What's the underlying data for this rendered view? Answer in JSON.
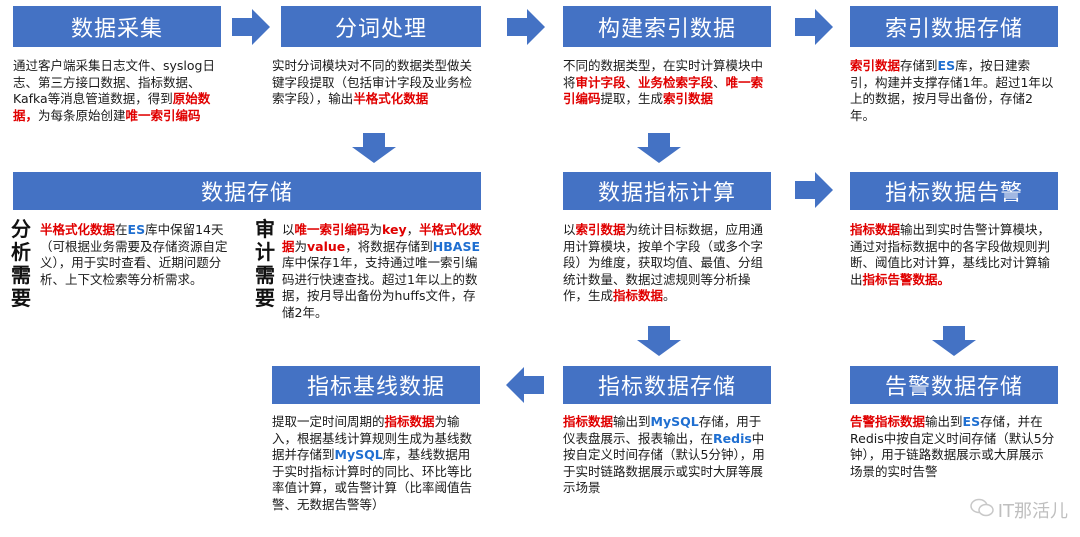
{
  "boxes": {
    "collect": "数据采集",
    "segment": "分词处理",
    "index_build": "构建索引数据",
    "index_store": "索引数据存储",
    "data_store": "数据存储",
    "metric_calc": "数据指标计算",
    "metric_alert": "指标数据告警",
    "baseline": "指标基线数据",
    "metric_store": "指标数据存储",
    "alert_store": "告警数据存储"
  },
  "side_labels": {
    "analysis": "分析需要",
    "audit": "审计需要"
  },
  "texts": {
    "collect": [
      "通过客户端采集日志文件、syslog日志、第三方接口数据、指标数据、Kafka等消息管道数据，得到",
      {
        "t": "原始数据，",
        "c": "red"
      },
      "为每条原始创建",
      {
        "t": "唯一索引编码",
        "c": "red"
      }
    ],
    "segment": [
      "实时分词模块对不同的数据类型做关键字段提取（包括审计字段及业务检索字段），输出",
      {
        "t": "半格式化数据",
        "c": "red"
      }
    ],
    "index_build": [
      "不同的数据类型，在实时计算模块中将",
      {
        "t": "审计字段",
        "c": "red"
      },
      "、",
      {
        "t": "业务检索字段",
        "c": "red"
      },
      "、",
      {
        "t": "唯一索引编码",
        "c": "red"
      },
      "提取，生成",
      {
        "t": "索引数据",
        "c": "red"
      }
    ],
    "index_store": [
      {
        "t": "索引数据",
        "c": "red"
      },
      "存储到",
      {
        "t": "ES",
        "c": "blue"
      },
      "库，按日建索引，构建并支撑存储1年。超过1年以上的数据，按月导出备份，存储2年。"
    ],
    "analysis": [
      {
        "t": "半格式化数据",
        "c": "red"
      },
      "在",
      {
        "t": "ES",
        "c": "blue"
      },
      "库中保留14天（可根据业务需要及存储资源自定义），用于实时查看、近期问题分析、上下文检索等分析需求。"
    ],
    "audit": [
      "以",
      {
        "t": "唯一索引编码",
        "c": "red"
      },
      "为",
      {
        "t": "key",
        "c": "red"
      },
      "，",
      {
        "t": "半格式化数据",
        "c": "red"
      },
      "为",
      {
        "t": "value",
        "c": "red"
      },
      "，将数据存储到",
      {
        "t": "HBASE",
        "c": "blue"
      },
      "库中保存1年，支持通过唯一索引编码进行快速查找。超过1年以上的数据，按月导出备份为huffs文件，存储2年。"
    ],
    "metric_calc": [
      "以",
      {
        "t": "索引数据",
        "c": "red"
      },
      "为统计目标数据，应用通用计算模块，按单个字段（或多个字段）为维度，获取均值、最值、分组统计数量、数据过滤规则等分析操作，生成",
      {
        "t": "指标数据",
        "c": "red"
      },
      "。"
    ],
    "metric_alert": [
      {
        "t": "指标数据",
        "c": "red"
      },
      "输出到实时告警计算模块，通过对指标数据中的各字段做规则判断、阈值比对计算，基线比对计算输出",
      {
        "t": "指标告警数据。",
        "c": "red"
      }
    ],
    "baseline": [
      "提取一定时间周期的",
      {
        "t": "指标数据",
        "c": "red"
      },
      "为输入，根据基线计算规则生成为基线数据并存储到",
      {
        "t": "MySQL",
        "c": "blue"
      },
      "库，基线数据用于实时指标计算时的同比、环比等比率值计算，或告警计算（比率阈值告警、无数据告警等）"
    ],
    "metric_store": [
      {
        "t": "指标数据",
        "c": "red"
      },
      "输出到",
      {
        "t": "MySQL",
        "c": "blue"
      },
      "存储，用于仪表盘展示、报表输出，在",
      {
        "t": "Redis",
        "c": "blue"
      },
      "中按自定义时间存储（默认5分钟），用于实时链路数据展示或实时大屏等展示场景"
    ],
    "alert_store": [
      {
        "t": "告警指标数据",
        "c": "red"
      },
      "输出到",
      {
        "t": "ES",
        "c": "blue"
      },
      "存储，并在 Redis中按自定义时间存储（默认5分钟），用于链路数据展示或大屏展示场景的实时告警"
    ]
  },
  "watermark": "IT那活儿",
  "colors": {
    "box": "#4472c4",
    "emphasis_red": "#e00000",
    "emphasis_blue": "#1f6fd1"
  }
}
